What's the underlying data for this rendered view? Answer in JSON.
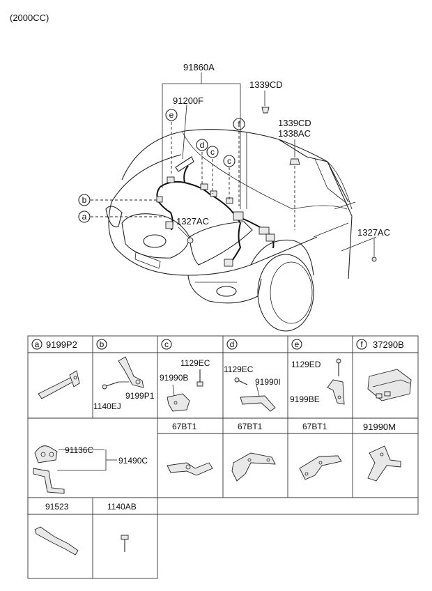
{
  "engine_note": "(2000CC)",
  "callouts": {
    "harness": "91860A",
    "sub_harness": "91200F",
    "clip_top": "1339CD",
    "clip_mid_1": "1339CD",
    "clip_mid_2": "1338AC",
    "bolt_left": "1327AC",
    "bolt_right": "1327AC"
  },
  "ref_letters": {
    "a": "a",
    "b": "b",
    "c": "c",
    "d": "d",
    "e": "e",
    "f": "f"
  },
  "table": {
    "row1_headers": [
      {
        "letter": "a",
        "code": "9199P2"
      },
      {
        "letter": "b",
        "code": ""
      },
      {
        "letter": "c",
        "code": ""
      },
      {
        "letter": "d",
        "code": ""
      },
      {
        "letter": "e",
        "code": ""
      },
      {
        "letter": "f",
        "code": "37290B"
      }
    ],
    "row1_parts": {
      "b": [
        "1140EJ",
        "9199P1"
      ],
      "c": [
        "1129EC",
        "91990B"
      ],
      "d": [
        "1129EC",
        "91990I"
      ],
      "e": [
        "1129ED",
        "9199BE"
      ]
    },
    "row2_headers": [
      "",
      "67BT1",
      "67BT1",
      "67BT1",
      "91990M"
    ],
    "row2_parts": [
      "91136C",
      "91490C"
    ],
    "row3_headers": [
      "91523",
      "1140AB"
    ]
  }
}
